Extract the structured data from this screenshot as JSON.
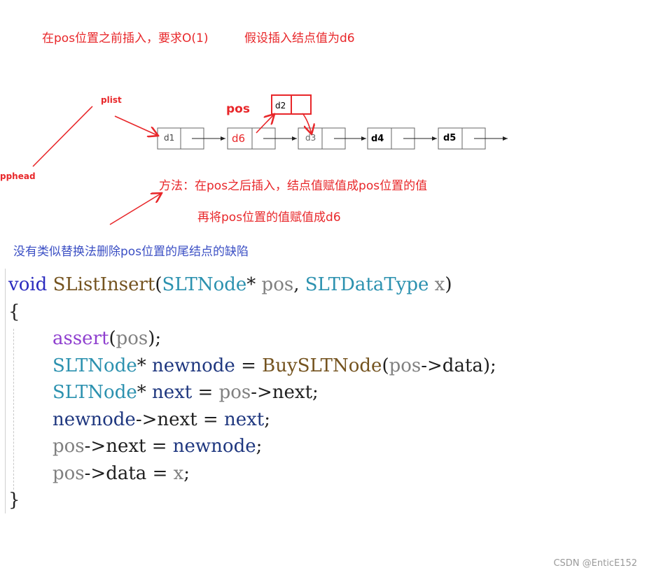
{
  "heading": {
    "text1": "在pos位置之前插入，要求O(1)",
    "text2": "假设插入结点值为d6"
  },
  "labels": {
    "plist": "plist",
    "pphead": "pphead",
    "pos": "pos"
  },
  "nodes": {
    "d1": "d1",
    "d6": "d6",
    "d3": "d3",
    "d4": "d4",
    "d5": "d5",
    "d2": "d2"
  },
  "method": {
    "line1": "方法：在pos之后插入，结点值赋值成pos位置的值",
    "line2": "再将pos位置的值赋值成d6"
  },
  "remark": "没有类似替换法删除pos位置的尾结点的缺陷",
  "code": {
    "l1_void": "void",
    "l1_fn": "SListInsert",
    "l1_p1": "(",
    "l1_t1": "SLTNode",
    "l1_p2": "* ",
    "l1_pos": "pos",
    "l1_p3": ", ",
    "l1_t2": "SLTDataType",
    "l1_p4": " ",
    "l1_x": "x",
    "l1_p5": ")",
    "l2": "{",
    "l3_fn": "assert",
    "l3_p1": "(",
    "l3_pos": "pos",
    "l3_p2": ");",
    "l4_t": "SLTNode",
    "l4_p1": "* ",
    "l4_var": "newnode",
    "l4_p2": " = ",
    "l4_fn": "BuySLTNode",
    "l4_p3": "(",
    "l4_pos": "pos",
    "l4_p4": "->data);",
    "l5_t": "SLTNode",
    "l5_p1": "* ",
    "l5_var": "next",
    "l5_p2": " = ",
    "l5_pos": "pos",
    "l5_p3": "->next;",
    "l6_var": "newnode",
    "l6_p1": "->next = ",
    "l6_var2": "next",
    "l6_p2": ";",
    "l7_pos": "pos",
    "l7_p1": "->next = ",
    "l7_var": "newnode",
    "l7_p2": ";",
    "l8_pos": "pos",
    "l8_p1": "->data = ",
    "l8_x": "x",
    "l8_p2": ";",
    "l9": "}"
  },
  "watermark": "CSDN @EnticE152",
  "colors": {
    "annotation_red": "#e8272a",
    "remark_blue": "#3b4fc4",
    "keyword": "#2c2cbf",
    "type": "#2b91af",
    "function_purple": "#8f3fcf",
    "function_brown": "#74531f",
    "param_gray": "#808080",
    "local_var": "#1f377f"
  }
}
